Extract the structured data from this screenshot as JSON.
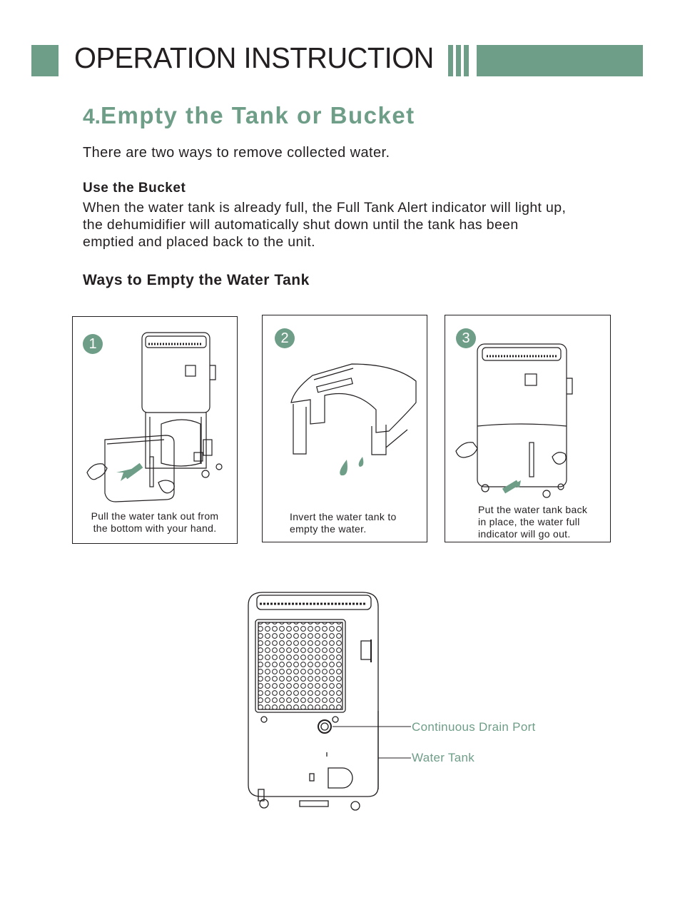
{
  "header": {
    "title": "OPERATION  INSTRUCTION"
  },
  "section": {
    "number": "4.",
    "title": "Empty the Tank or Bucket"
  },
  "intro": "There are two ways to remove collected water.",
  "bucket": {
    "heading": "Use the Bucket",
    "lines": [
      "When the water tank is already full, the Full Tank Alert indicator will light up,",
      "the dehumidifier will automatically shut down until the tank has been",
      "emptied and placed back to the unit."
    ]
  },
  "ways_heading": "Ways to Empty the Water Tank",
  "steps": [
    {
      "number": "1",
      "lines": [
        "Pull the water tank out from",
        "the bottom with your hand."
      ]
    },
    {
      "number": "2",
      "lines": [
        "Invert the water tank to",
        "empty the water."
      ]
    },
    {
      "number": "3",
      "lines": [
        "Put the water tank back",
        "in place, the water full",
        "indicator will go out."
      ]
    }
  ],
  "callouts": {
    "drain_port": "Continuous Drain Port",
    "water_tank": "Water Tank"
  },
  "colors": {
    "accent": "#6f9e88",
    "text": "#231f20"
  }
}
